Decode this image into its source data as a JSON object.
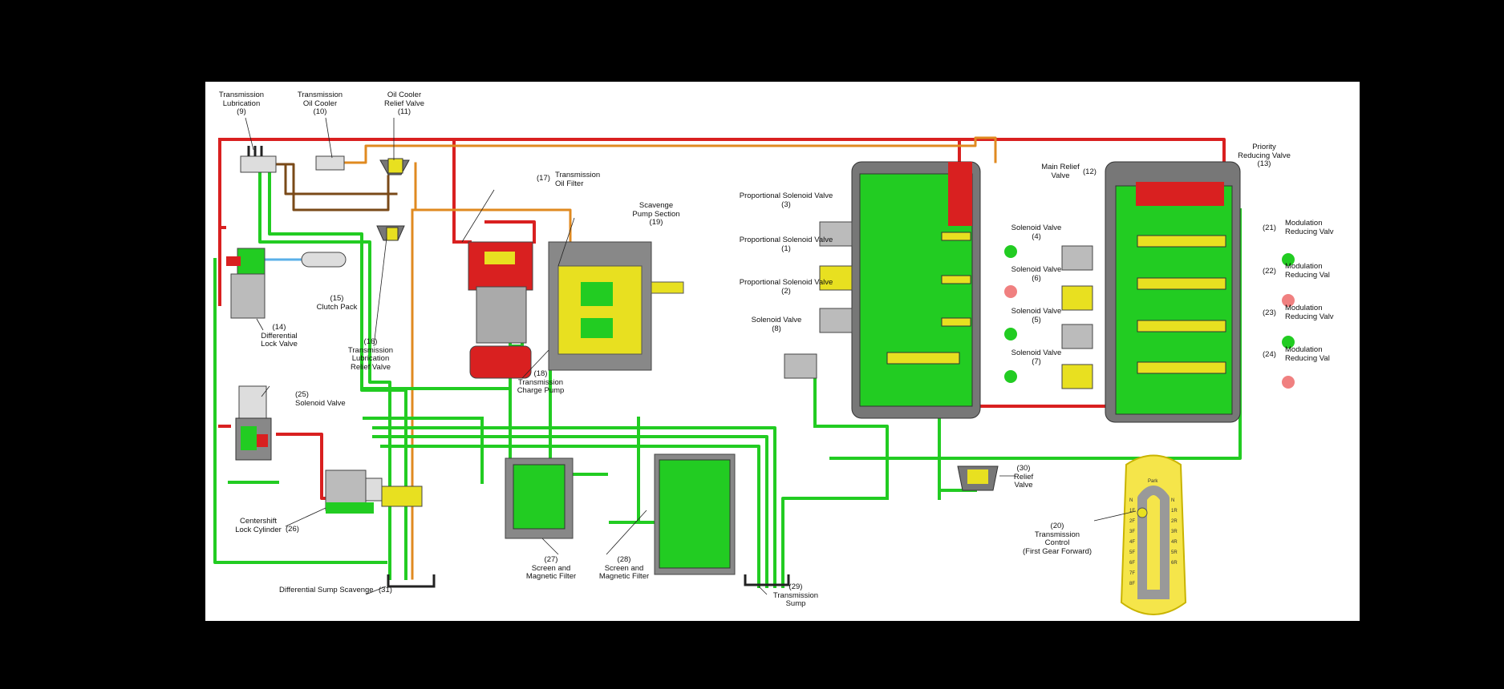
{
  "labels": {
    "trans_lub": "Transmission\nLubrication\n(9)",
    "oil_cooler": "Transmission\nOil Cooler\n(10)",
    "cooler_relief": "Oil Cooler\nRelief Valve\n(11)",
    "oil_filter_num": "(17)",
    "oil_filter": "Transmission\nOil Filter",
    "scavenge": "Scavenge\nPump Section\n(19)",
    "clutch_pack": "(15)\nClutch Pack",
    "diff_lock": "(14)\nDifferential\nLock Valve",
    "lub_relief": "(16)\nTransmission\nLubrication\nRelief Valve",
    "charge_pump": "(18)\nTransmission\nCharge Pump",
    "sol25": "(25)\nSolenoid Valve",
    "centershift": "Centershift\nLock Cylinder",
    "centershift_num": "(26)",
    "screen27": "(27)\nScreen and\nMagnetic Filter",
    "screen28": "(28)\nScreen and\nMagnetic Filter",
    "diff_sump": "Differential Sump Scavenge",
    "diff_sump_num": "(31)",
    "trans_sump": "(29)\nTransmission\nSump",
    "relief30": "(30)\nRelief\nValve",
    "trans_control": "(20)\nTransmission\nControl\n(First Gear Forward)",
    "psv3": "Proportional Solenoid Valve\n(3)",
    "psv1": "Proportional Solenoid Valve\n(1)",
    "psv2": "Proportional Solenoid Valve\n(2)",
    "sv8": "Solenoid Valve\n(8)",
    "sv4": "Solenoid Valve\n(4)",
    "sv6": "Solenoid Valve\n(6)",
    "sv5": "Solenoid Valve\n(5)",
    "sv7": "Solenoid Valve\n(7)",
    "main_relief": "Main Relief\nValve",
    "main_relief_num": "(12)",
    "priority": "Priority\nReducing Valve\n(13)",
    "mod21": "Modulation\nReducing Valv",
    "mod21_num": "(21)",
    "mod22": "Modulation\nReducing Val",
    "mod22_num": "(22)",
    "mod23": "Modulation\nReducing Valv",
    "mod23_num": "(23)",
    "mod24": "Modulation\nReducing Val",
    "mod24_num": "(24)"
  },
  "shifter": {
    "top": "Park",
    "left": [
      "N",
      "1F",
      "2F",
      "3F",
      "4F",
      "5F",
      "6F",
      "7F",
      "8F"
    ],
    "right": [
      "N",
      "1R",
      "2R",
      "3R",
      "4R",
      "5R",
      "6R"
    ]
  },
  "colors": {
    "pump_pressure": "#d92020",
    "supply": "#22cc22",
    "cooler_line": "#e08a20",
    "lube_line": "#8a5020",
    "pilot": "#e8e020",
    "housing": "#9a9a9a"
  }
}
